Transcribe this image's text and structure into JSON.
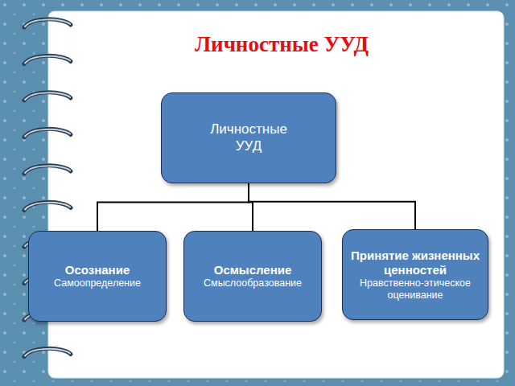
{
  "diagram": {
    "title": "Личностные УУД",
    "nodes": [
      {
        "text": [
          "Личностные УУД"
        ]
      },
      {
        "text": [
          "Осознание",
          "Самоопределение"
        ]
      },
      {
        "text": [
          "Осмысление",
          "Смыслообразование"
        ]
      },
      {
        "text": [
          "Принятие жизненных ценностей",
          "Нравственно-этическое оценивание"
        ]
      }
    ],
    "edges": [
      {
        "from": 0,
        "to": 1,
        "arrow": "none"
      },
      {
        "from": 0,
        "to": 2,
        "arrow": "none"
      },
      {
        "from": 0,
        "to": 3,
        "arrow": "none"
      }
    ]
  }
}
